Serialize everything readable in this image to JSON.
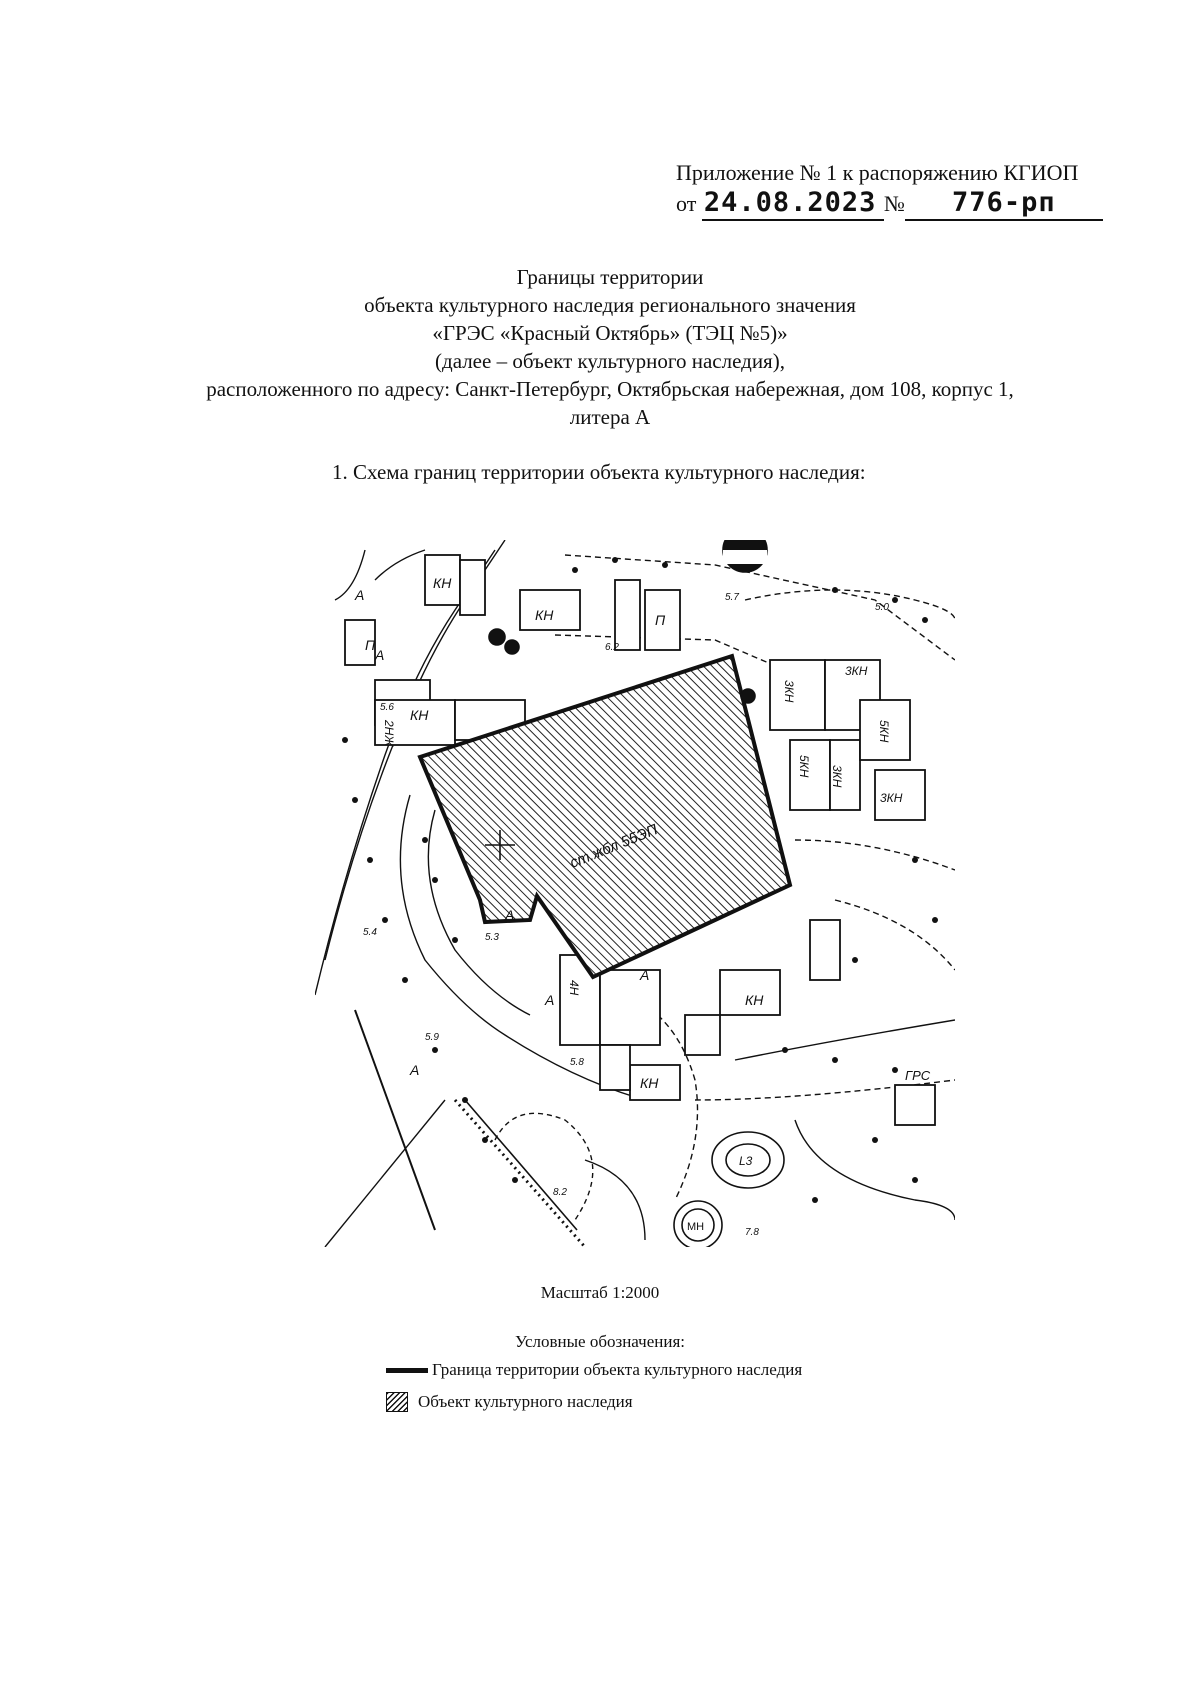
{
  "header": {
    "appendix_line": "Приложение № 1 к распоряжению КГИОП",
    "from_prefix": "от",
    "date": "24.08.2023",
    "number_sign": "№",
    "number": "776-рп"
  },
  "title": {
    "line1": "Границы территории",
    "line2": "объекта культурного наследия регионального значения",
    "line3": "«ГРЭС «Красный Октябрь» (ТЭЦ №5)»",
    "line4": "(далее – объект культурного наследия),",
    "line5": "расположенного по адресу: Санкт-Петербург, Октябрьская набережная, дом 108, корпус 1,",
    "line6": "литера А"
  },
  "section": {
    "heading": "1.   Схема границ территории объекта культурного наследия:"
  },
  "map": {
    "labels": {
      "main_building": "ст.жбл 55ЭП",
      "kn1": "КН",
      "kn2": "КН",
      "kn3": "КН",
      "kn4": "КН",
      "kn5": "КН",
      "p1": "П",
      "p2": "П",
      "a1": "А",
      "a2": "А",
      "a3": "А",
      "a4": "А",
      "a5": "А",
      "a6": "А",
      "nzh": "2НЖ",
      "zkn1": "3КН",
      "zkn2": "3КН",
      "zkn3": "3КН",
      "ckn1": "5КН",
      "ckn2": "5КН",
      "ckn3": "3КН",
      "chn": "4Н",
      "grs": "ГРС",
      "mn": "МН",
      "l3": "L3",
      "e1": "5.7",
      "e2": "5.0",
      "e3": "5.4",
      "e4": "5.3",
      "e5": "5.9",
      "e6": "5.8",
      "e7": "6.2",
      "e8": "7.8",
      "e9": "8.2",
      "e10": "5.6"
    }
  },
  "scale": "Масштаб 1:2000",
  "legend": {
    "title": "Условные обозначения:",
    "items": [
      {
        "label": "Граница территории объекта культурного наследия"
      },
      {
        "label": "Объект культурного наследия"
      }
    ]
  }
}
